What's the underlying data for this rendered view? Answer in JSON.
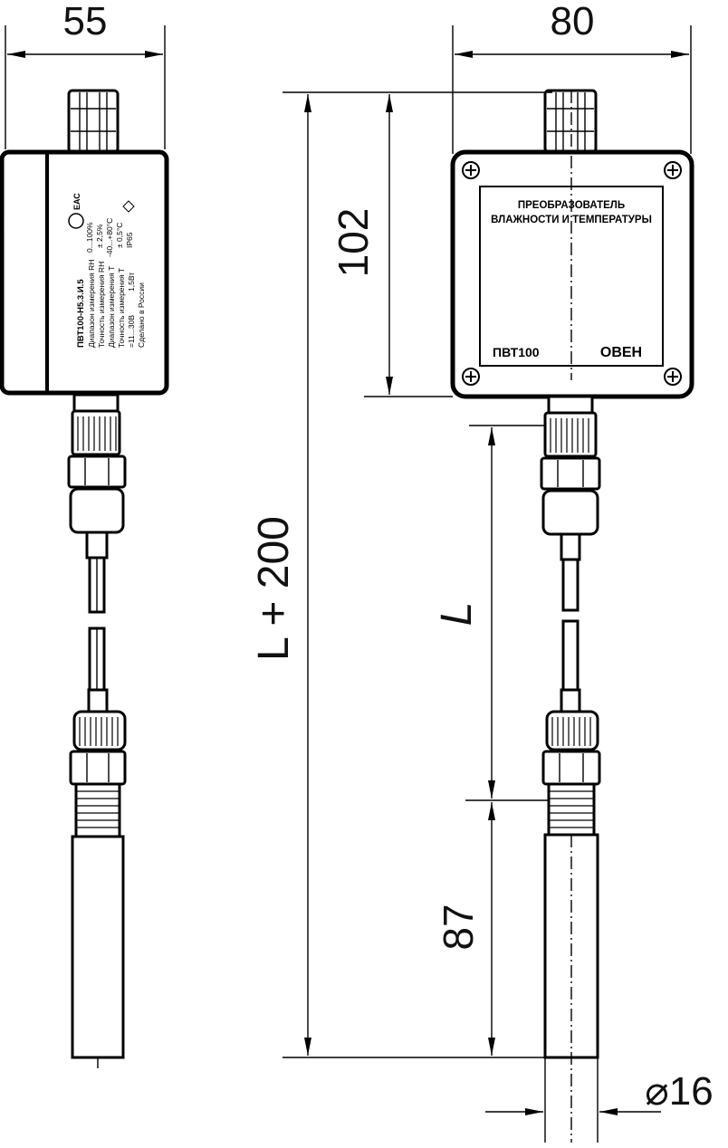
{
  "dimensions": {
    "side_width": "55",
    "front_width": "80",
    "housing_height": "102",
    "total_length": "L + 200",
    "cable_length": "L",
    "probe_length": "87",
    "probe_diameter": "⌀16"
  },
  "front_label": {
    "title_line1": "ПРЕОБРАЗОВАТЕЛЬ",
    "title_line2": "ВЛАЖНОСТИ И ТЕМПЕРАТУРЫ",
    "model": "ПВТ100",
    "brand": "ОВЕН"
  },
  "side_label": {
    "model": "ПВТ100-Н5.3.И.5",
    "line1": "Диапазон измерения RH",
    "line1_value": "0...100%",
    "line2": "Точность измерения RH",
    "line2_value": "± 2,5%",
    "line3": "Диапазон измерения Т",
    "line3_value": "-40...+80°С",
    "line4": "Точность измерения Т",
    "line4_value": "± 0,5°С",
    "line5": "=11...30В",
    "line5_value": "1,5Вт",
    "line5_ip": "IP65",
    "line6": "Сделано в России",
    "cert": "ЕАС"
  }
}
